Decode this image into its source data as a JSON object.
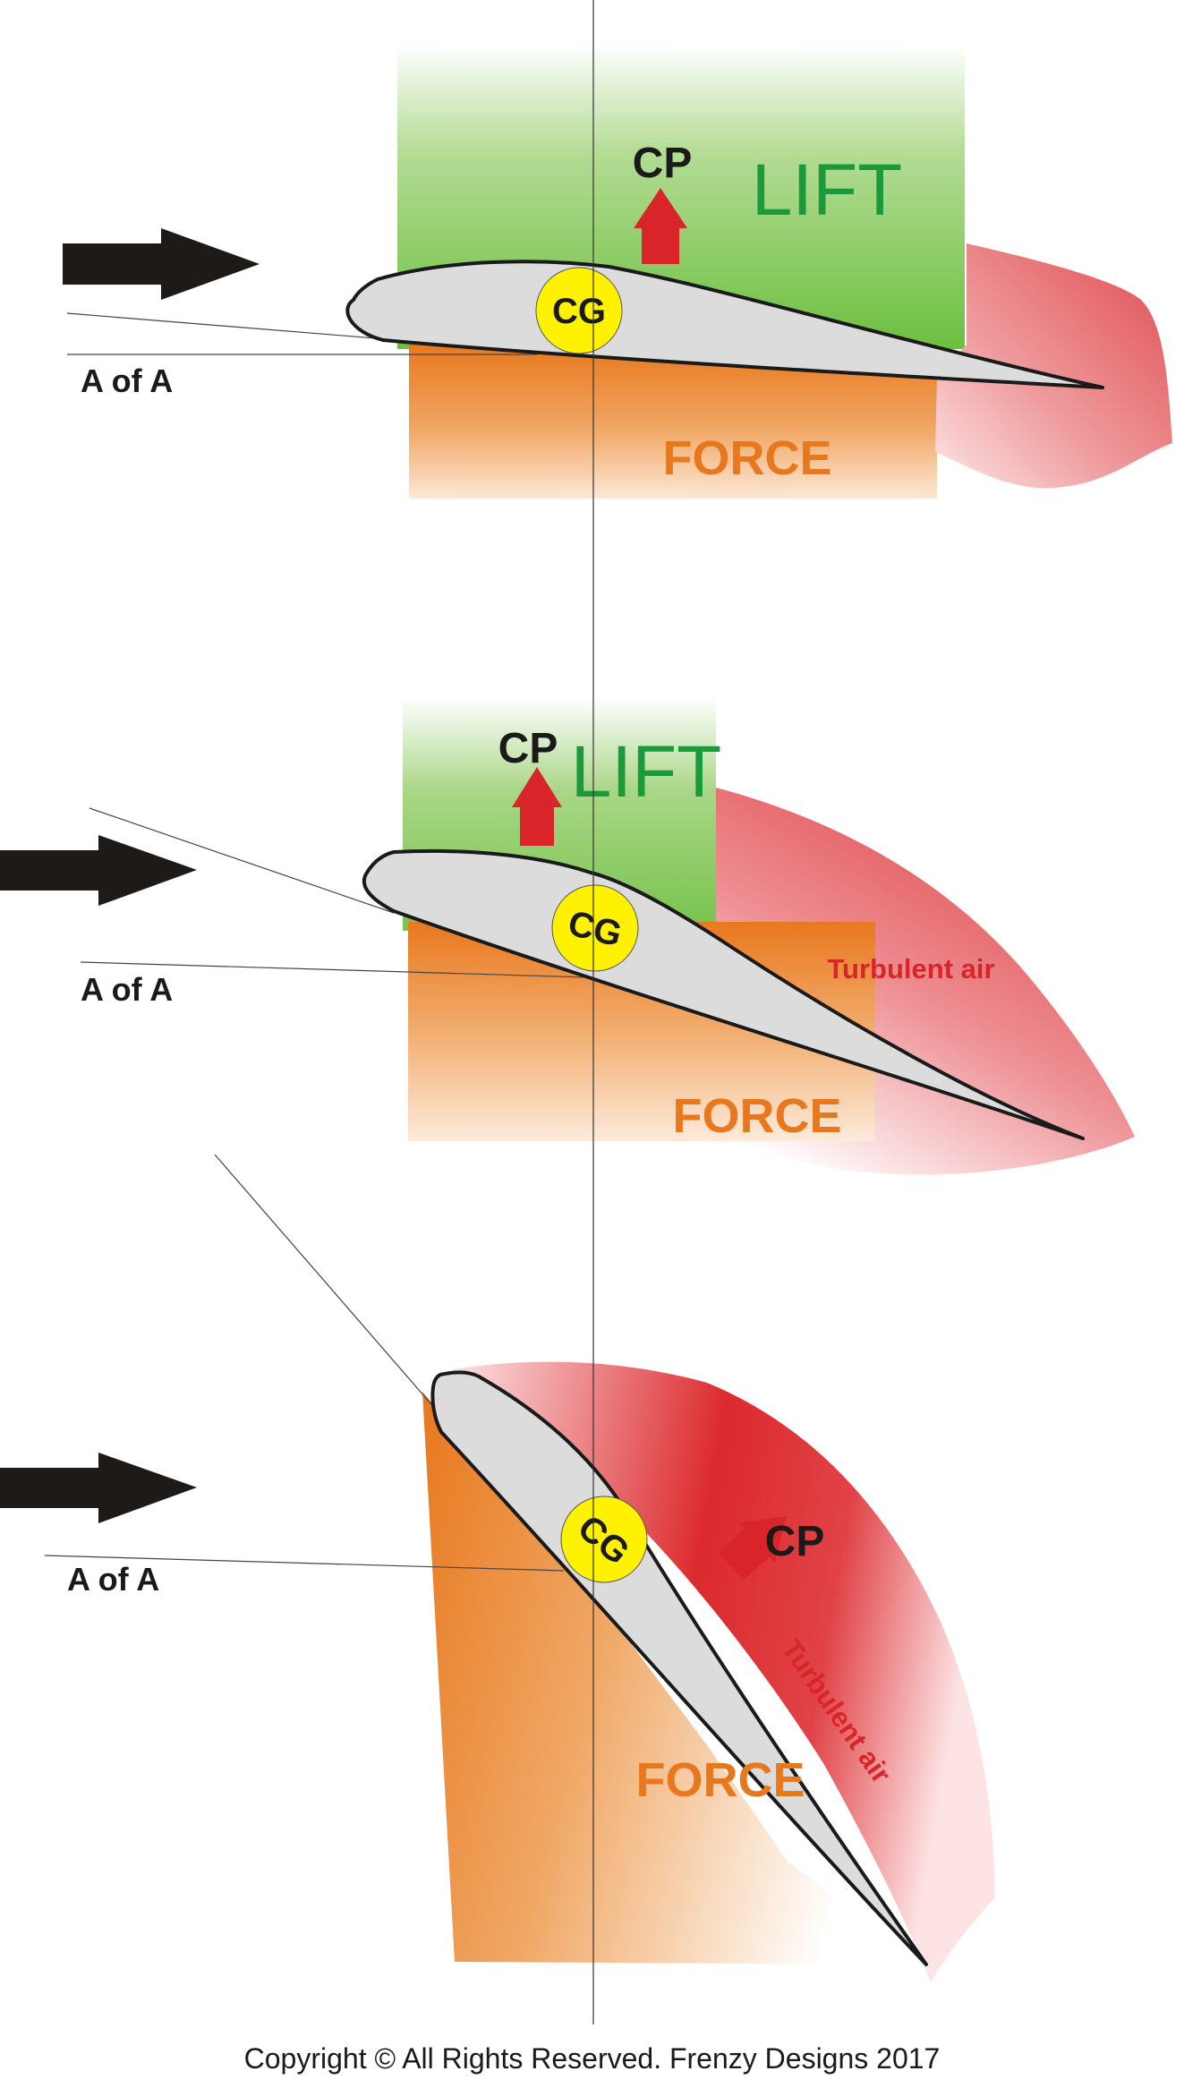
{
  "diagrams": [
    {
      "lift_label": "LIFT",
      "cp_label": "CP",
      "cg_label": "CG",
      "aoa_label": "A of A",
      "force_label": "FORCE",
      "turbulent_label": ""
    },
    {
      "lift_label": "LIFT",
      "cp_label": "CP",
      "cg_label": "CG",
      "aoa_label": "A of A",
      "force_label": "FORCE",
      "turbulent_label": "Turbulent air"
    },
    {
      "lift_label": "",
      "cp_label": "CP",
      "cg_label": "CG",
      "aoa_label": "A of A",
      "force_label": "FORCE",
      "turbulent_label": "Turbulent air"
    }
  ],
  "copyright": "Copyright © All Rights Reserved. Frenzy Designs 2017",
  "colors": {
    "lift": "#6cbf3f",
    "lift_text": "#1a9a3a",
    "force": "#e8781e",
    "turbulent": "#d9252a",
    "cg_fill": "#fff200",
    "airfoil": "#dcdcdc",
    "arrow": "#1e1a17"
  },
  "icons": {
    "airflow": "right-arrow-icon",
    "cp": "up-arrow-icon"
  }
}
